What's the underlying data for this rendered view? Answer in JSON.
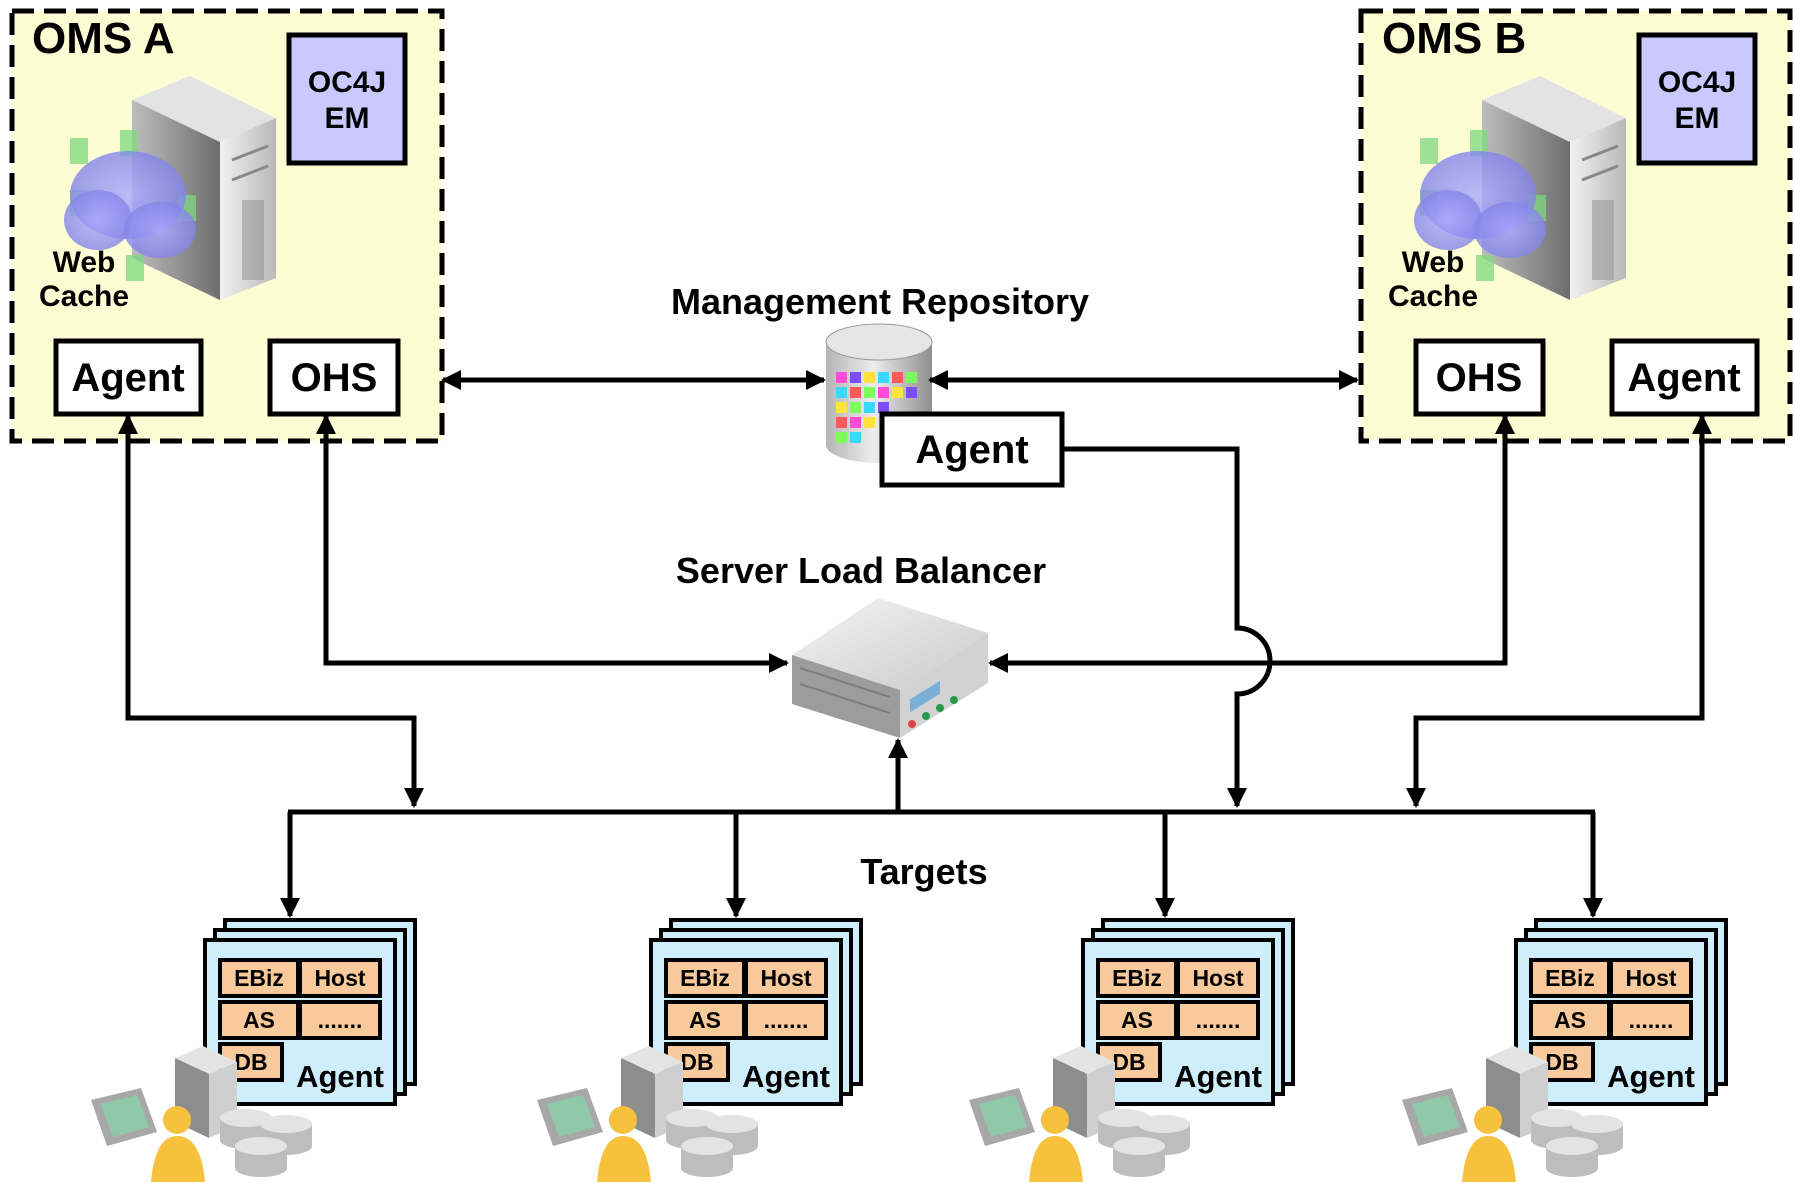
{
  "oms_a": {
    "title": "OMS A",
    "oc4j_line1": "OC4J",
    "oc4j_line2": "EM",
    "webcache_line1": "Web",
    "webcache_line2": "Cache",
    "agent_label": "Agent",
    "ohs_label": "OHS"
  },
  "oms_b": {
    "title": "OMS B",
    "oc4j_line1": "OC4J",
    "oc4j_line2": "EM",
    "webcache_line1": "Web",
    "webcache_line2": "Cache",
    "agent_label": "Agent",
    "ohs_label": "OHS"
  },
  "repository": {
    "title": "Management Repository",
    "agent_label": "Agent"
  },
  "load_balancer": {
    "title": "Server Load Balancer"
  },
  "targets": {
    "title": "Targets",
    "groups": [
      {
        "ebiz": "EBiz",
        "host": "Host",
        "as": "AS",
        "more": ".......",
        "db": "DB",
        "agent": "Agent"
      },
      {
        "ebiz": "EBiz",
        "host": "Host",
        "as": "AS",
        "more": ".......",
        "db": "DB",
        "agent": "Agent"
      },
      {
        "ebiz": "EBiz",
        "host": "Host",
        "as": "AS",
        "more": ".......",
        "db": "DB",
        "agent": "Agent"
      },
      {
        "ebiz": "EBiz",
        "host": "Host",
        "as": "AS",
        "more": ".......",
        "db": "DB",
        "agent": "Agent"
      }
    ]
  },
  "colors": {
    "oms_fill": "#fdfdd3",
    "oc4j_fill": "#c9c9ff",
    "target_panel_fill": "#cdeefa",
    "target_cell_fill": "#f8c99b",
    "line": "#000000"
  },
  "icons": {
    "oms_server": "server-tower-icon",
    "web_cache": "web-cache-cloud-icon",
    "repository": "database-cylinder-icon",
    "load_balancer": "load-balancer-appliance-icon",
    "target_hosts": "workstation-user-database-icon"
  }
}
